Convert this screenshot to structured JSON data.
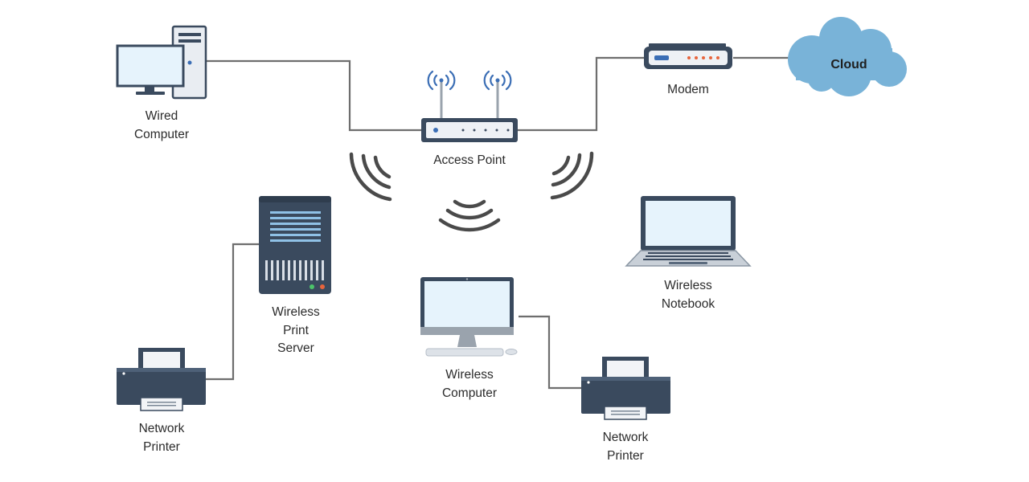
{
  "labels": {
    "wired_computer": [
      "Wired",
      "Computer"
    ],
    "access_point": [
      "Access Point"
    ],
    "modem": [
      "Modem"
    ],
    "cloud": "Cloud",
    "wireless_print_server": [
      "Wireless",
      "Print",
      "Server"
    ],
    "wireless_notebook": [
      "Wireless",
      "Notebook"
    ],
    "wireless_computer": [
      "Wireless",
      "Computer"
    ],
    "network_printer_left": [
      "Network",
      "Printer"
    ],
    "network_printer_right": [
      "Network",
      "Printer"
    ]
  },
  "colors": {
    "line": "#6e6e6e",
    "device_dark": "#3a4a5e",
    "device_light": "#e9edf2",
    "screen": "#e6f3fc",
    "cloud": "#79b3d8",
    "signal": "#4a4a4a",
    "antenna_wave": "#3b6eb5",
    "led_orange": "#e8643c"
  }
}
